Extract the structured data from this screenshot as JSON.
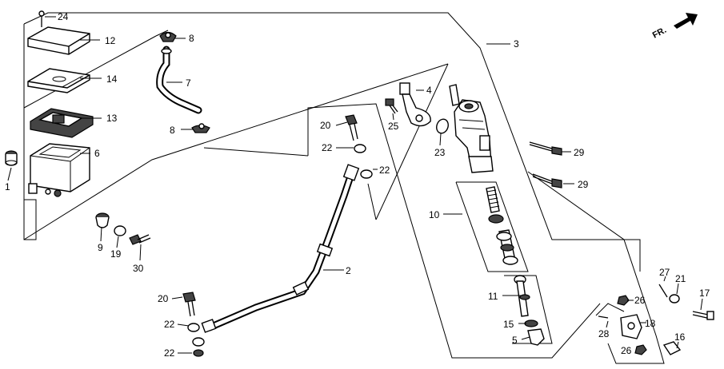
{
  "direction_marker": "FR.",
  "callouts": {
    "p1": "1",
    "p2": "2",
    "p3": "3",
    "p4": "4",
    "p5": "5",
    "p6": "6",
    "p7": "7",
    "p8a": "8",
    "p8b": "8",
    "p9": "9",
    "p10": "10",
    "p11": "11",
    "p12": "12",
    "p13": "13",
    "p14": "14",
    "p15": "15",
    "p16": "16",
    "p17": "17",
    "p18": "18",
    "p19": "19",
    "p20a": "20",
    "p20b": "20",
    "p21": "21",
    "p22a": "22",
    "p22b": "22",
    "p22c": "22",
    "p22d": "22",
    "p23": "23",
    "p24": "24",
    "p25": "25",
    "p26a": "26",
    "p26b": "26",
    "p27": "27",
    "p28": "28",
    "p29a": "29",
    "p29b": "29",
    "p30": "30"
  }
}
